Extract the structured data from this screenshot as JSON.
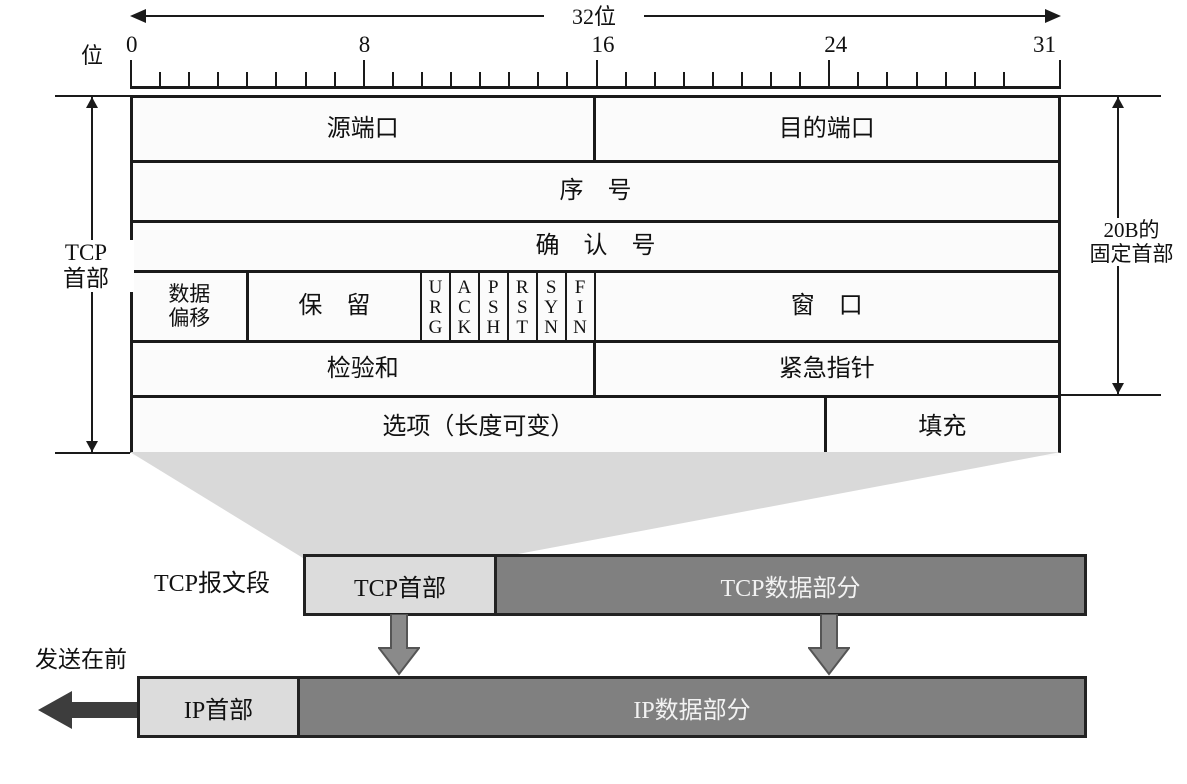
{
  "scale": {
    "bit_label": "位",
    "width_label": "32位",
    "ticks": [
      {
        "value": "0",
        "pos": 0
      },
      {
        "value": "8",
        "pos": 8
      },
      {
        "value": "16",
        "pos": 16
      },
      {
        "value": "24",
        "pos": 24
      },
      {
        "value": "31",
        "pos": 31
      }
    ],
    "total_bits": 32
  },
  "brackets": {
    "left_label": "TCP\n首部",
    "left_label_line1": "TCP",
    "left_label_line2": "首部",
    "right_label_line1": "20B的",
    "right_label_line2": "固定首部"
  },
  "header_rows": [
    {
      "name": "ports",
      "cells": [
        {
          "label": "源端口",
          "bits": 16
        },
        {
          "label": "目的端口",
          "bits": 16
        }
      ]
    },
    {
      "name": "sequence-number",
      "cells": [
        {
          "label": "序　号",
          "bits": 32
        }
      ]
    },
    {
      "name": "acknowledgement-number",
      "cells": [
        {
          "label": "确　认　号",
          "bits": 32
        }
      ]
    },
    {
      "name": "offset-reserved-flags-window",
      "cells": [
        {
          "label": "数据\n偏移",
          "line1": "数据",
          "line2": "偏移",
          "bits": 4
        },
        {
          "label": "保　留",
          "bits": 6
        },
        {
          "label": "URG",
          "bits": 1
        },
        {
          "label": "ACK",
          "bits": 1
        },
        {
          "label": "PSH",
          "bits": 1
        },
        {
          "label": "RST",
          "bits": 1
        },
        {
          "label": "SYN",
          "bits": 1
        },
        {
          "label": "FIN",
          "bits": 1
        },
        {
          "label": "窗　口",
          "bits": 16
        }
      ]
    },
    {
      "name": "checksum-urgent-pointer",
      "cells": [
        {
          "label": "检验和",
          "bits": 16
        },
        {
          "label": "紧急指针",
          "bits": 16
        }
      ]
    },
    {
      "name": "options-padding",
      "cells": [
        {
          "label": "选项（长度可变）",
          "bits": 24
        },
        {
          "label": "填充",
          "bits": 8
        }
      ]
    }
  ],
  "segment": {
    "row_label": "TCP报文段",
    "header_box": "TCP首部",
    "data_box": "TCP数据部分"
  },
  "datagram": {
    "send_first_label": "发送在前",
    "header_box": "IP首部",
    "data_box": "IP数据部分"
  },
  "colors": {
    "line": "#1a1a1a",
    "light_box": "#dcdcdc",
    "dark_box": "#808080",
    "connector": "#d9d9d9",
    "arrow_gray": "#808080",
    "arrow_dark": "#404040"
  }
}
